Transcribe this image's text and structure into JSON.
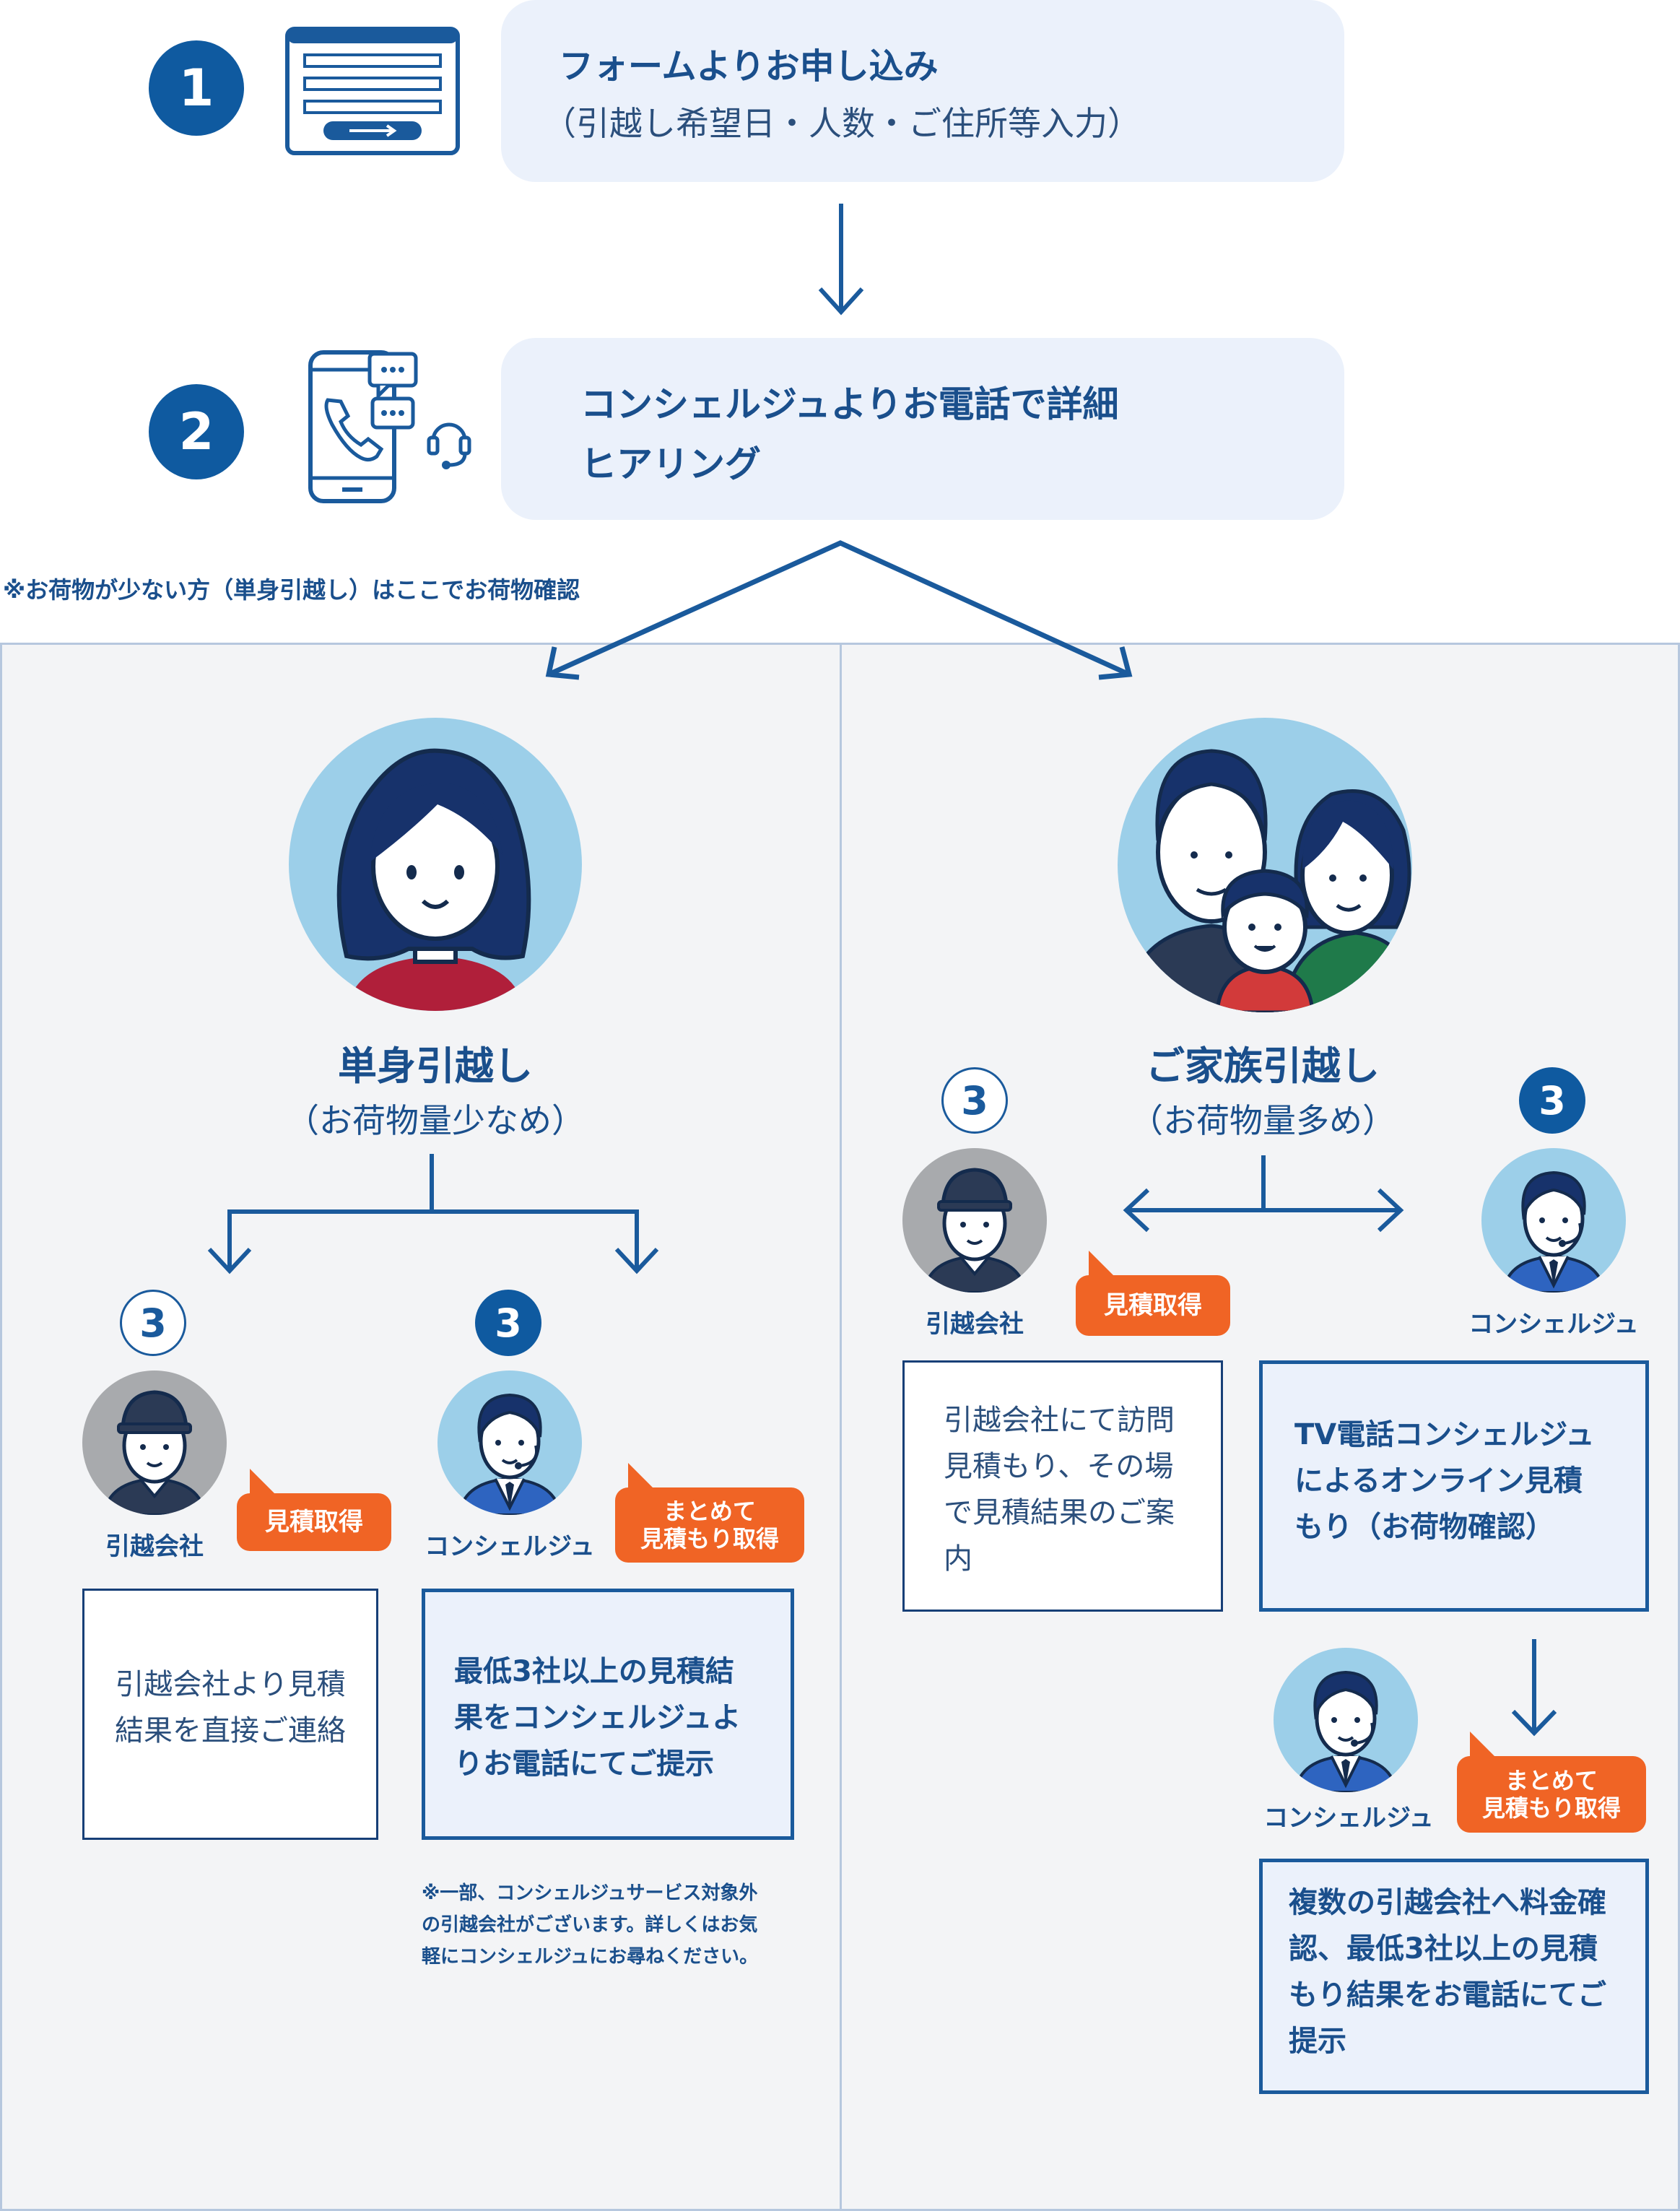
{
  "steps": {
    "step1": {
      "number": "1",
      "title": "フォームよりお申し込み",
      "subtitle": "（引越し希望日・人数・ご住所等入力）"
    },
    "step2": {
      "number": "2",
      "line1": "コンシェルジュよりお電話で詳細",
      "line2": "ヒアリング"
    }
  },
  "note_top": "※お荷物が少ない方（単身引越し）はここでお荷物確認",
  "single": {
    "title": "単身引越し",
    "subtitle": "（お荷物量少なめ）",
    "mover": {
      "number": "3",
      "label": "引越会社",
      "badge": "見積取得",
      "card_lines": [
        "引越会社より見積",
        "結果を直接ご連絡"
      ]
    },
    "concierge": {
      "number": "3",
      "label": "コンシェルジュ",
      "badge_lines": [
        "まとめて",
        "見積もり取得"
      ],
      "card_lines": [
        "最低3社以上の見積結",
        "果をコンシェルジュよ",
        "りお電話にてご提示"
      ]
    },
    "footnote_lines": [
      "※一部、コンシェルジュサービス対象外",
      "の引越会社がございます。詳しくはお気",
      "軽にコンシェルジュにお尋ねください。"
    ]
  },
  "family": {
    "title": "ご家族引越し",
    "subtitle": "（お荷物量多め）",
    "mover": {
      "number": "3",
      "label": "引越会社",
      "badge": "見積取得",
      "card_lines": [
        "引越会社にて訪問",
        "見積もり、その場",
        "で見積結果のご案",
        "内"
      ]
    },
    "concierge": {
      "number": "3",
      "label": "コンシェルジュ",
      "card_lines": [
        "TV電話コンシェルジュ",
        "によるオンライン見積",
        "もり（お荷物確認）"
      ]
    },
    "concierge2": {
      "label": "コンシェルジュ",
      "badge_lines": [
        "まとめて",
        "見積もり取得"
      ],
      "card_lines": [
        "複数の引越会社へ料金確",
        "認、最低3社以上の見積",
        "もり結果をお電話にてご",
        "提示"
      ]
    }
  },
  "colors": {
    "primary": "#0f5aa0",
    "accent_orange": "#f06425",
    "box_bg": "#ebf1fb",
    "panel_bg": "#f3f4f6",
    "avatar_bg": "#9ccfe9"
  },
  "icons": [
    "form-icon",
    "phone-chat-icon",
    "arrow-down-icon",
    "worker-avatar",
    "concierge-avatar",
    "woman-avatar",
    "family-avatar"
  ]
}
